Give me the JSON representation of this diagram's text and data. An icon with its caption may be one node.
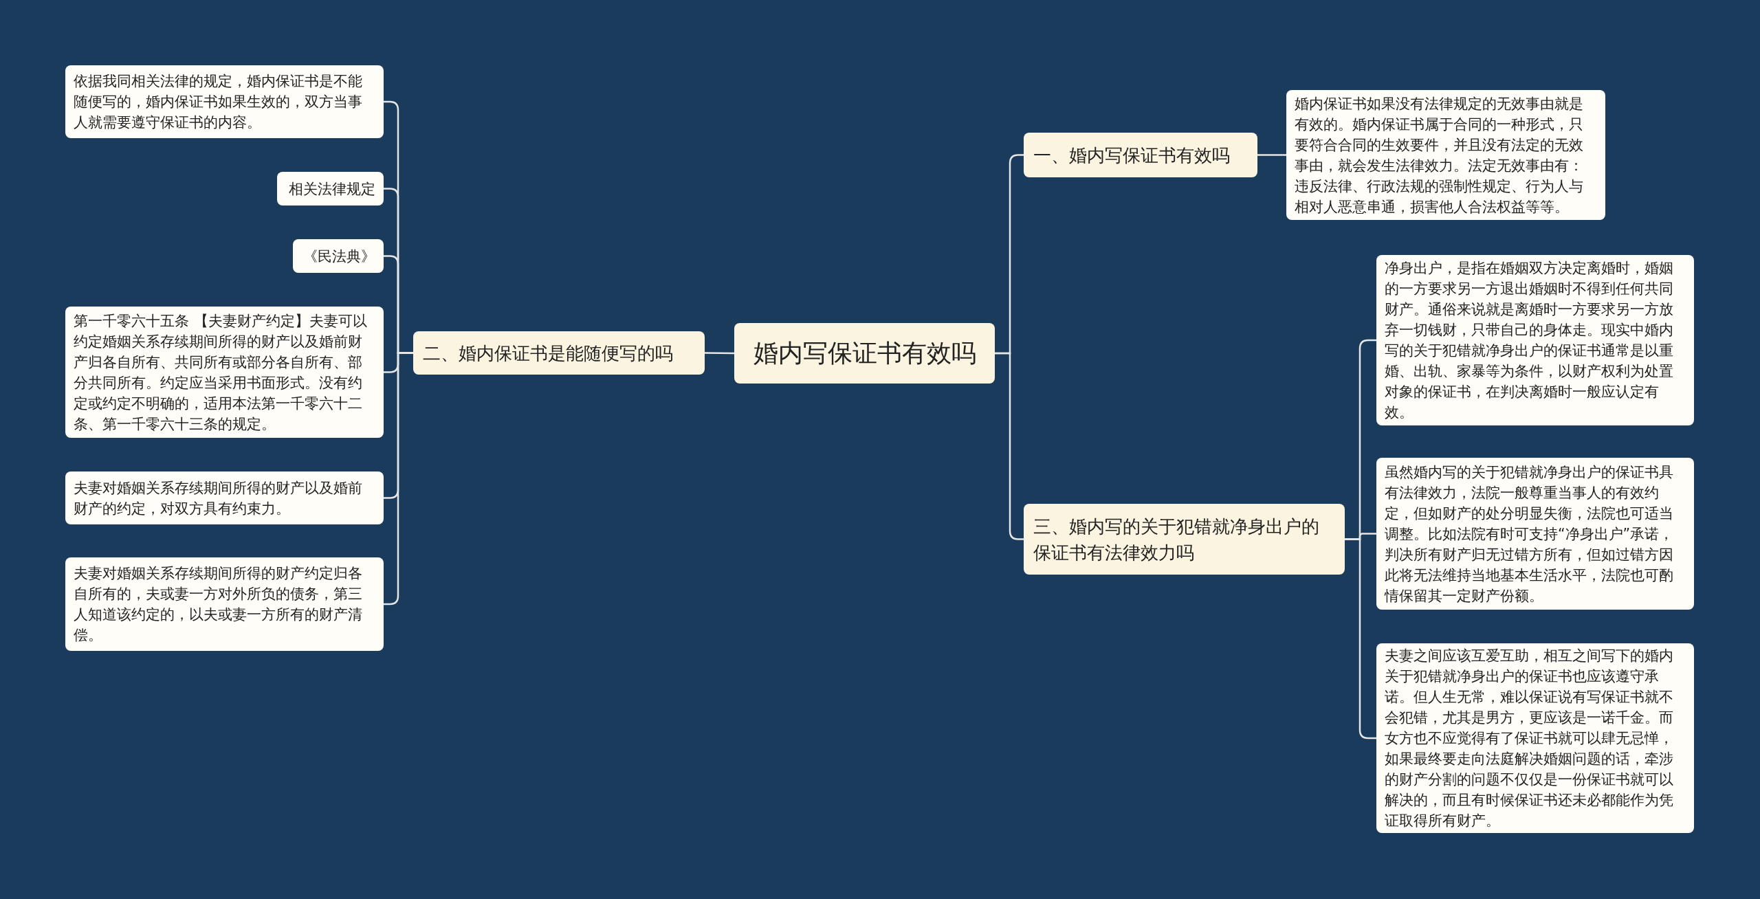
{
  "diagram": {
    "nodes": [
      {
        "text": [
          "婚内写保证书有效吗"
        ]
      },
      {
        "text": [
          "一、婚内写保证书有效吗"
        ]
      },
      {
        "text": [
          "婚内保证书如果没有法律规定的无效事由就是有效的。婚内保证书属于合同的一种形式，只要符合合同的生效要件，并且没有法定的无效事由，就会发生法律效力。法定无效事由有：违反法律、行政法规的强制性规定、行为人与相对人恶意串通，损害他人合法权益等等。"
        ]
      },
      {
        "text": [
          "二、婚内保证书是能随便写的吗"
        ]
      },
      {
        "text": [
          "依据我同相关法律的规定，婚内保证书是不能随便写的，婚内保证书如果生效的，双方当事人就需要遵守保证书的内容。"
        ]
      },
      {
        "text": [
          "相关法律规定"
        ]
      },
      {
        "text": [
          "《民法典》"
        ]
      },
      {
        "text": [
          "第一千零六十五条 【夫妻财产约定】夫妻可以约定婚姻关系存续期间所得的财产以及婚前财产归各自所有、共同所有或部分各自所有、部分共同所有。约定应当采用书面形式。没有约定或约定不明确的，适用本法第一千零六十二条、第一千零六十三条的规定。"
        ]
      },
      {
        "text": [
          "夫妻对婚姻关系存续期间所得的财产以及婚前财产的约定，对双方具有约束力。"
        ]
      },
      {
        "text": [
          "夫妻对婚姻关系存续期间所得的财产约定归各自所有的，夫或妻一方对外所负的债务，第三人知道该约定的，以夫或妻一方所有的财产清偿。"
        ]
      },
      {
        "text": [
          "三、婚内写的关于犯错就净身出户的保证书有法律效力吗"
        ]
      },
      {
        "text": [
          "净身出户，是指在婚姻双方决定离婚时，婚姻的一方要求另一方退出婚姻时不得到任何共同财产。通俗来说就是离婚时一方要求另一方放弃一切钱财，只带自己的身体走。现实中婚内写的关于犯错就净身出户的保证书通常是以重婚、出轨、家暴等为条件，以财产权利为处置对象的保证书，在判决离婚时一般应认定有效。"
        ]
      },
      {
        "text": [
          "虽然婚内写的关于犯错就净身出户的保证书具有法律效力，法院一般尊重当事人的有效约定，但如财产的处分明显失衡，法院也可适当调整。比如法院有时可支持“净身出户”承诺，判决所有财产归无过错方所有，但如过错方因此将无法维持当地基本生活水平，法院也可酌情保留其一定财产份额。"
        ]
      },
      {
        "text": [
          "夫妻之间应该互爱互助，相互之间写下的婚内关于犯错就净身出户的保证书也应该遵守承诺。但人生无常，难以保证说有写保证书就不会犯错，尤其是男方，更应该是一诺千金。而女方也不应觉得有了保证书就可以肆无忌惮，如果最终要走向法庭解决婚姻问题的话，牵涉的财产分割的问题不仅仅是一份保证书就可以解决的，而且有时候保证书还未必都能作为凭证取得所有财产。"
        ]
      }
    ],
    "edges": [
      {
        "from": 0,
        "to": 1,
        "arrow": "none"
      },
      {
        "from": 1,
        "to": 2,
        "arrow": "none"
      },
      {
        "from": 0,
        "to": 3,
        "arrow": "none"
      },
      {
        "from": 3,
        "to": 4,
        "arrow": "none"
      },
      {
        "from": 3,
        "to": 5,
        "arrow": "none"
      },
      {
        "from": 3,
        "to": 6,
        "arrow": "none"
      },
      {
        "from": 3,
        "to": 7,
        "arrow": "none"
      },
      {
        "from": 3,
        "to": 8,
        "arrow": "none"
      },
      {
        "from": 3,
        "to": 9,
        "arrow": "none"
      },
      {
        "from": 0,
        "to": 10,
        "arrow": "none"
      },
      {
        "from": 10,
        "to": 11,
        "arrow": "none"
      },
      {
        "from": 10,
        "to": 12,
        "arrow": "none"
      },
      {
        "from": 10,
        "to": 13,
        "arrow": "none"
      }
    ]
  }
}
